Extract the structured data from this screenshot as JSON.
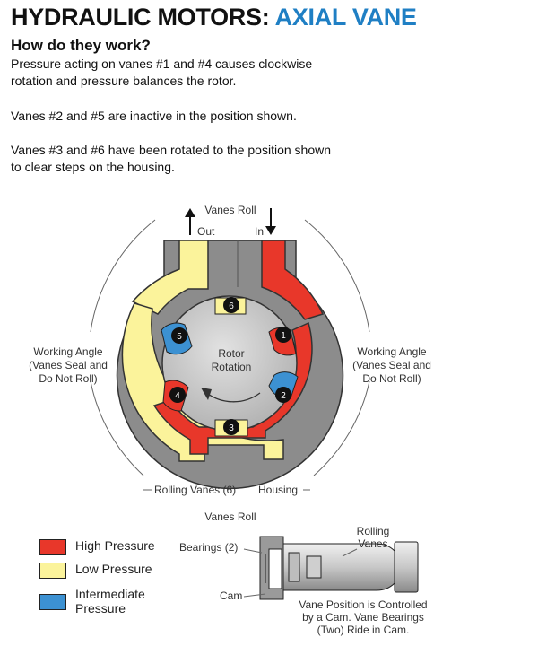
{
  "header": {
    "title_part1": "HYDRAULIC MOTORS:",
    "title_part2": "AXIAL VANE",
    "subtitle": "How do they work?"
  },
  "description": {
    "p1": "Pressure acting on vanes #1 and #4 causes clockwise\nrotation and pressure balances the rotor.",
    "p2": "Vanes #2 and #5 are inactive in the position shown.",
    "p3": "Vanes #3 and #6 have been rotated to the position shown\nto clear steps on the housing."
  },
  "diagram": {
    "vanes_roll_top": "Vanes Roll",
    "out_label": "Out",
    "in_label": "In",
    "rotor_label_1": "Rotor",
    "rotor_label_2": "Rotation",
    "working_left": [
      "Working Angle",
      "(Vanes Seal and",
      "Do Not Roll)"
    ],
    "working_right": [
      "Working Angle",
      "(Vanes Seal and",
      "Do Not Roll)"
    ],
    "rolling_vanes_label": "Rolling Vanes (6)",
    "housing_label": "Housing",
    "vanes_roll_bottom": "Vanes Roll",
    "vanes": [
      "1",
      "2",
      "3",
      "4",
      "5",
      "6"
    ]
  },
  "legend": {
    "items": [
      {
        "label": "High Pressure",
        "color": "#e8372a"
      },
      {
        "label": "Low Pressure",
        "color": "#fbf39b"
      },
      {
        "label": "Intermediate\nPressure",
        "color": "#3c91d2"
      }
    ]
  },
  "detail": {
    "rolling_vanes": [
      "Rolling",
      "Vanes"
    ],
    "bearings": "Bearings (2)",
    "cam": "Cam",
    "caption": [
      "Vane Position is Controlled",
      "by a Cam. Vane Bearings",
      "(Two) Ride in Cam."
    ]
  },
  "colors": {
    "high": "#e8372a",
    "low": "#fbf39b",
    "intermediate": "#3c91d2",
    "housing": "#8c8c8c",
    "title_accent": "#1f7fc4"
  }
}
